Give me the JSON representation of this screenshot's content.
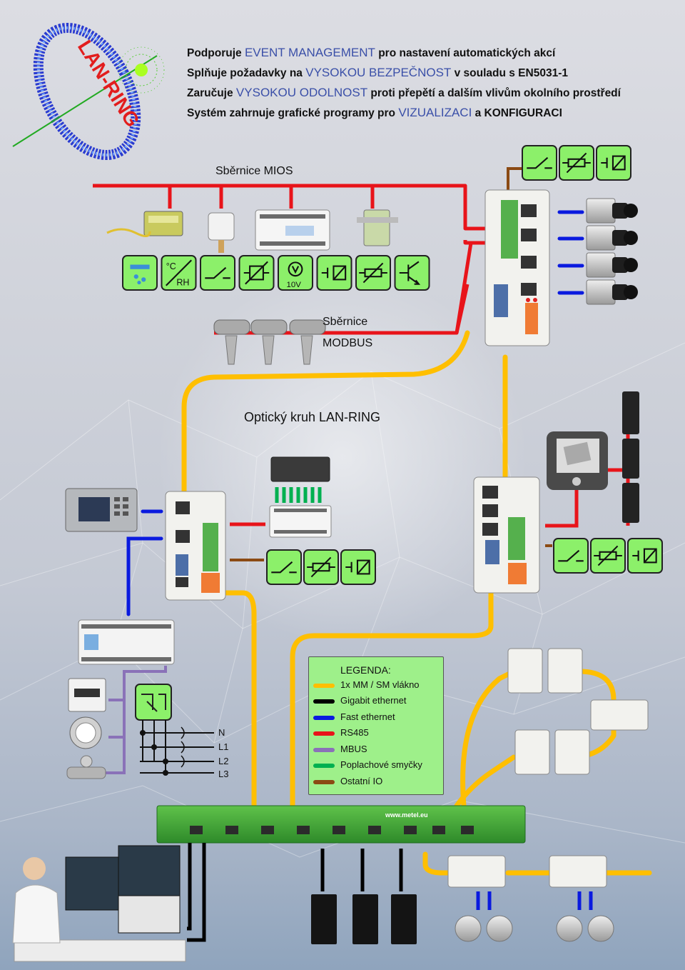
{
  "header": {
    "lines": [
      {
        "pre": "Podporuje ",
        "hl": "EVENT MANAGEMENT",
        "post": " pro nastavení automatických akcí"
      },
      {
        "pre": "Splňuje požadavky na ",
        "hl": "VYSOKOU BEZPEČNOST",
        "post": " v souladu s EN5031-1"
      },
      {
        "pre": "Zaručuje ",
        "hl": "VYSOKOU ODOLNOST",
        "post": " proti přepětí a dalším vlivům okolního prostředí"
      },
      {
        "pre": "Systém zahrnuje grafické programy  pro ",
        "hl": "VIZUALIZACI",
        "post": " a KONFIGURACI"
      }
    ]
  },
  "logo": {
    "text": "LAN-RING"
  },
  "labels": {
    "mios_bus": "Sběrnice MIOS",
    "modbus_1": "Sběrnice",
    "modbus_2": "MODBUS",
    "optical_ring": "Optický kruh LAN-RING",
    "voltage_icon": "10V",
    "rh_icon": "RH",
    "temp_icon": "°C",
    "mgmt_switch_web": "www.metel.eu"
  },
  "power_lines": [
    "N",
    "L1",
    "L2",
    "L3"
  ],
  "legend": {
    "title": "LEGENDA:",
    "items": [
      {
        "label": "1x MM / SM vlákno",
        "color": "#ffbf00"
      },
      {
        "label": "Gigabit ethernet",
        "color": "#000000"
      },
      {
        "label": "Fast ethernet",
        "color": "#0a1adf"
      },
      {
        "label": "RS485",
        "color": "#e8141a"
      },
      {
        "label": "MBUS",
        "color": "#8a72b8"
      },
      {
        "label": "Poplachové smyčky",
        "color": "#00b050"
      },
      {
        "label": "Ostatní IO",
        "color": "#8b4a13"
      }
    ]
  },
  "colors": {
    "fiber": "#ffbf00",
    "gigabit": "#000000",
    "fast": "#0a1adf",
    "rs485": "#e8141a",
    "mbus": "#8a72b8",
    "alarm": "#00b050",
    "io": "#8b4a13",
    "icon_fill": "#8cf06a",
    "switch_body": "#f2f2ee",
    "highlight": "#3a4fa8"
  },
  "icons": {
    "mios_row": [
      "water-level-icon",
      "temperature-humidity-icon",
      "contact-switch-icon",
      "potentiometer-icon",
      "voltage-meter-icon",
      "relay-icon",
      "variable-resistor-icon",
      "transistor-icon"
    ],
    "top_io": [
      "switch-contact-icon",
      "thermistor-icon",
      "relay-coil-icon"
    ],
    "mid_io": [
      "switch-contact-icon",
      "thermistor-icon",
      "relay-coil-icon"
    ],
    "right_io": [
      "switch-contact-icon",
      "thermistor-icon",
      "relay-coil-icon"
    ]
  }
}
